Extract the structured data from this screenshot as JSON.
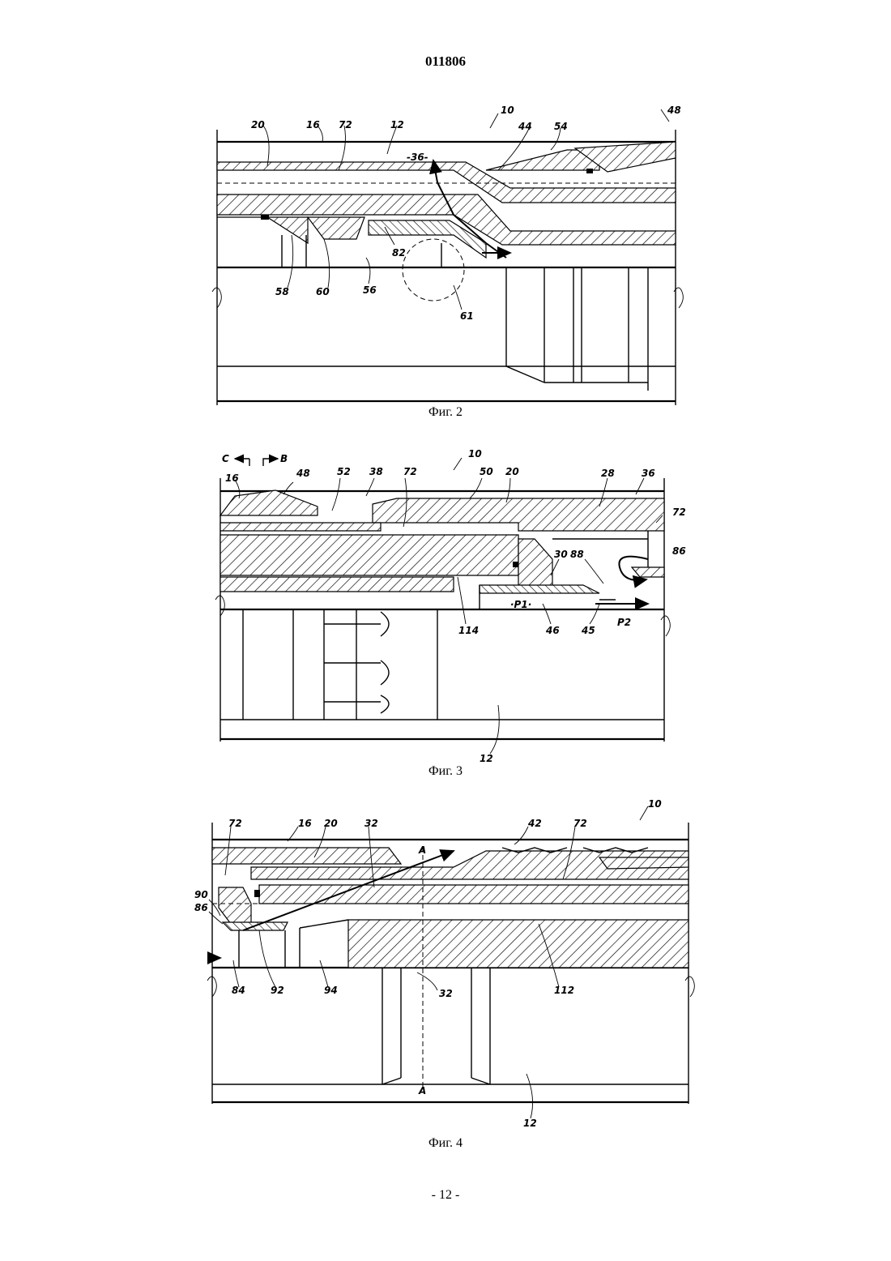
{
  "header": {
    "doc_number": "011806"
  },
  "footer": {
    "page_number": "- 12 -"
  },
  "figures": [
    {
      "caption": "Фиг. 2",
      "labels": {
        "l20": "20",
        "l16": "16",
        "l72": "72",
        "l12": "12",
        "l10": "10",
        "l44": "44",
        "l54": "54",
        "l48": "48",
        "l36": "-36-",
        "l82": "82",
        "l58": "58",
        "l60": "60",
        "l56": "56",
        "l61": "61"
      }
    },
    {
      "caption": "Фиг. 3",
      "labels": {
        "lC": "C",
        "lB": "B",
        "l16": "16",
        "l48": "48",
        "l52": "52",
        "l38": "38",
        "l72a": "72",
        "l10": "10",
        "l50": "50",
        "l20": "20",
        "l28": "28",
        "l36": "36",
        "l72b": "72",
        "l30": "30",
        "l88": "88",
        "l86": "86",
        "lP1": "·P1·",
        "lP2": "P2",
        "l114": "114",
        "l46": "46",
        "l45": "45",
        "l12": "12"
      }
    },
    {
      "caption": "Фиг. 4",
      "labels": {
        "l72a": "72",
        "l16": "16",
        "l20": "20",
        "l32a": "32",
        "lA1": "A",
        "l42": "42",
        "l72b": "72",
        "l10": "10",
        "l90": "90",
        "l86": "86",
        "l84": "84",
        "l92": "92",
        "l94": "94",
        "l32b": "32",
        "l112": "112",
        "lA2": "A",
        "l12": "12"
      }
    }
  ]
}
